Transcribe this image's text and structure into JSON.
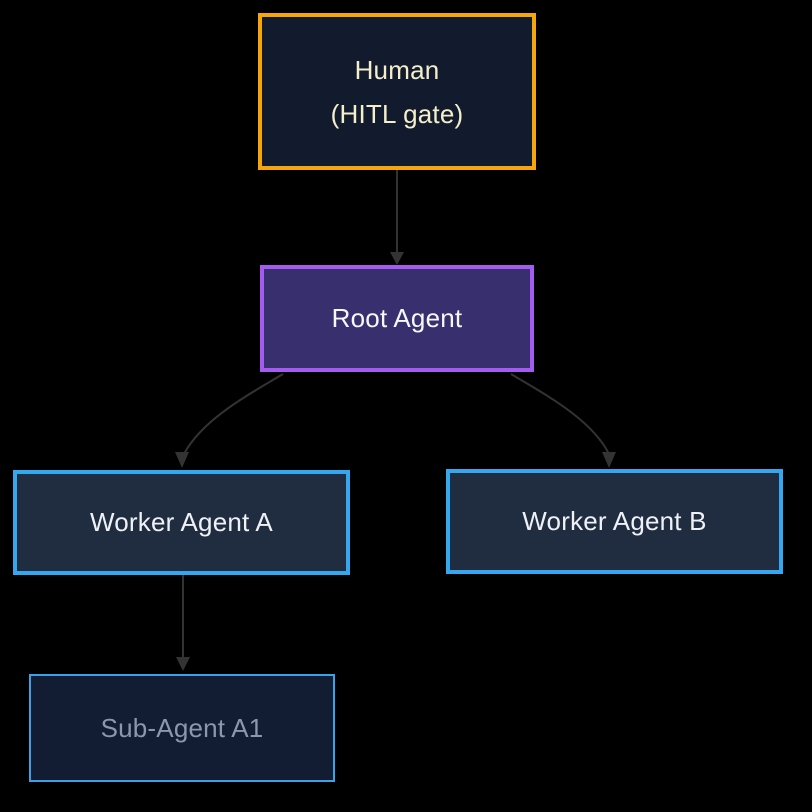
{
  "diagram": {
    "background": "#000000",
    "edge_color": "#333333",
    "nodes": {
      "human": {
        "label": "Human",
        "label2": "(HITL gate)",
        "border_color": "#f5a60b",
        "fill": "#111b2d",
        "text_color": "#f5eecb"
      },
      "root": {
        "label": "Root Agent",
        "border_color": "#a55bf0",
        "fill": "#38306e",
        "text_color": "#f7f7f9"
      },
      "worker_a": {
        "label": "Worker Agent A",
        "border_color": "#34a7ef",
        "fill": "#202c3f",
        "text_color": "#eef2f7"
      },
      "worker_b": {
        "label": "Worker Agent B",
        "border_color": "#34a7ef",
        "fill": "#202c3f",
        "text_color": "#eef2f7"
      },
      "sub_a1": {
        "label": "Sub-Agent A1",
        "border_color": "#3ba1e8",
        "fill": "#121d33",
        "text_color": "#8b97ac"
      }
    },
    "edges": [
      {
        "from": "human",
        "to": "root"
      },
      {
        "from": "root",
        "to": "worker_a"
      },
      {
        "from": "root",
        "to": "worker_b"
      },
      {
        "from": "worker_a",
        "to": "sub_a1"
      }
    ]
  }
}
